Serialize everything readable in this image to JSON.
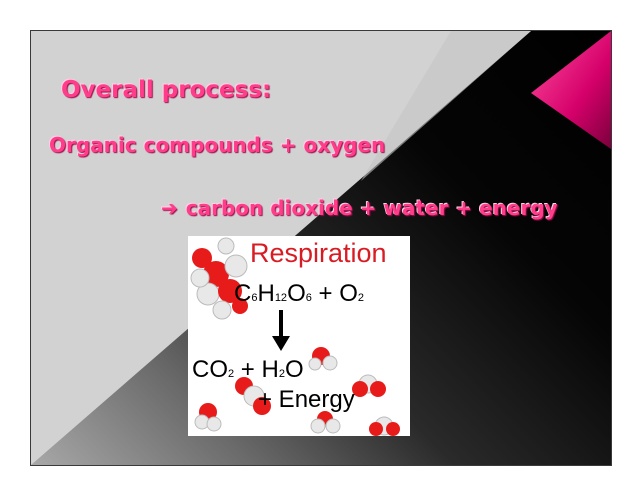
{
  "slide": {
    "heading": "Overall process:",
    "reactants": "Organic compounds + oxygen",
    "arrow": "➔",
    "products": "carbon dioxide + water + energy"
  },
  "diagram": {
    "title": "Respiration",
    "equation": {
      "glucose_c": "C",
      "glucose_c_sub": "6",
      "glucose_h": "H",
      "glucose_h_sub": "12",
      "glucose_o": "O",
      "glucose_o_sub": "6",
      "plus1": "+",
      "oxygen": "O",
      "oxygen_sub": "2",
      "co2": "CO",
      "co2_sub": "2",
      "plus2": "+",
      "water_h": "H",
      "water_h_sub": "2",
      "water_o": "O",
      "energy": "+ Energy"
    }
  },
  "colors": {
    "accent": "#ff3d8a",
    "title_red": "#d81c24",
    "atom_oxygen": "#e81b1b",
    "atom_hydrogen": "#e8e8e8"
  }
}
